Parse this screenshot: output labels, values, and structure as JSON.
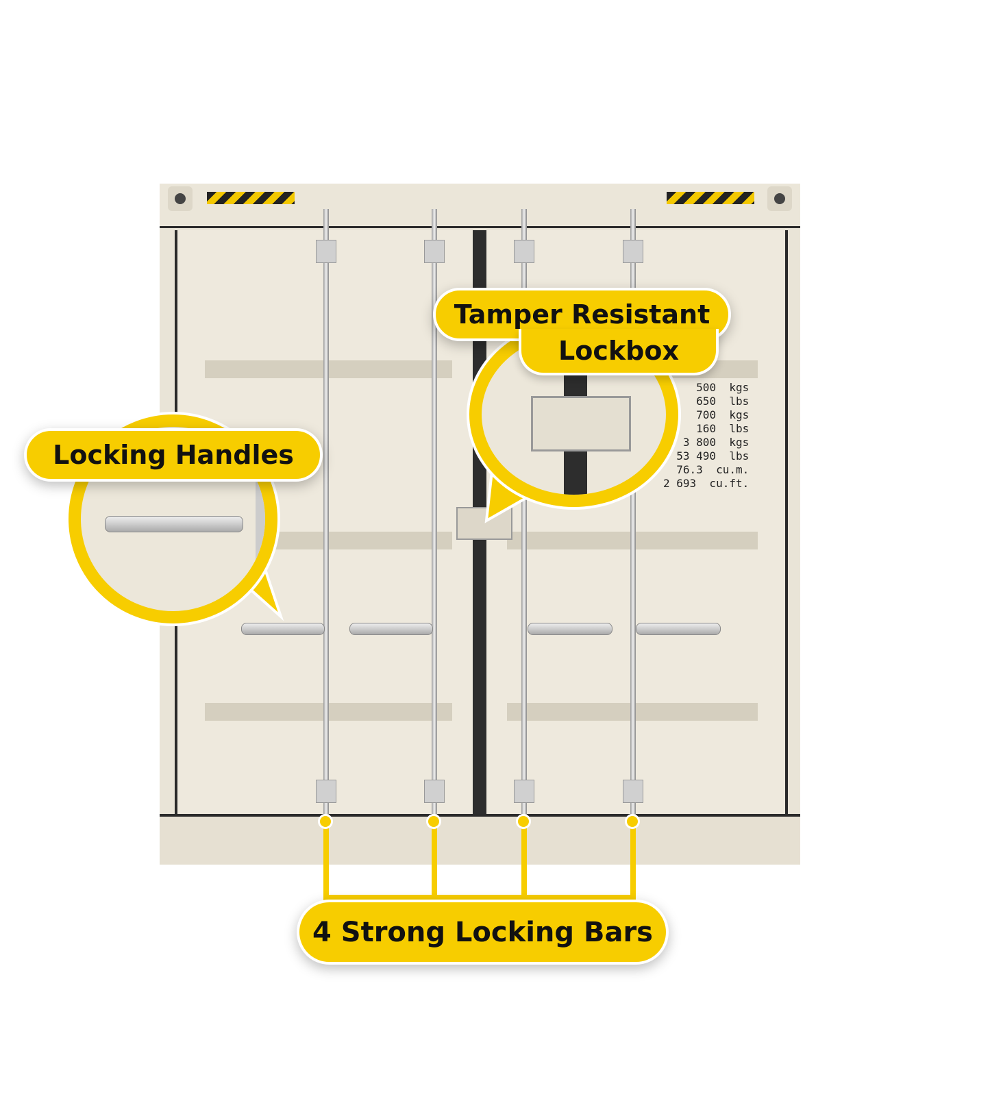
{
  "container": {
    "specs": [
      "500  kgs",
      "650  lbs",
      "700  kgs",
      "160  lbs",
      "3 800  kgs",
      "53 490  lbs",
      "76.3  cu.m.",
      "2 693  cu.ft."
    ]
  },
  "callouts": {
    "lockbox": {
      "line1": "Tamper Resistant",
      "line2": "Lockbox"
    },
    "handles": {
      "label": "Locking Handles"
    },
    "bars": {
      "label": "4 Strong Locking Bars"
    }
  },
  "colors": {
    "accent": "#f7cd00",
    "container": "#e9e4d7"
  }
}
